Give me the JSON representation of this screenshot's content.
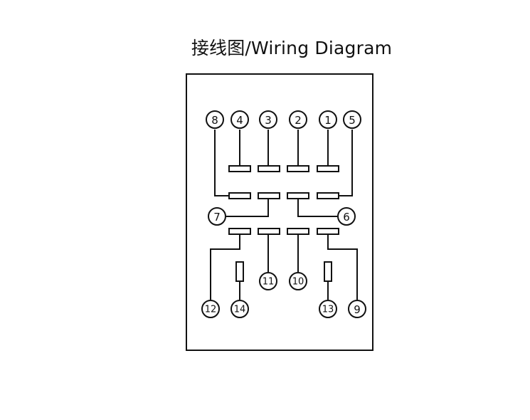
{
  "title": "接线图/Wiring Diagram",
  "colors": {
    "line": "#111111",
    "background": "#ffffff"
  },
  "terminals": {
    "t1": "1",
    "t2": "2",
    "t3": "3",
    "t4": "4",
    "t5": "5",
    "t6": "6",
    "t7": "7",
    "t8": "8",
    "t9": "9",
    "t10": "10",
    "t11": "11",
    "t12": "12",
    "t13": "13",
    "t14": "14"
  }
}
